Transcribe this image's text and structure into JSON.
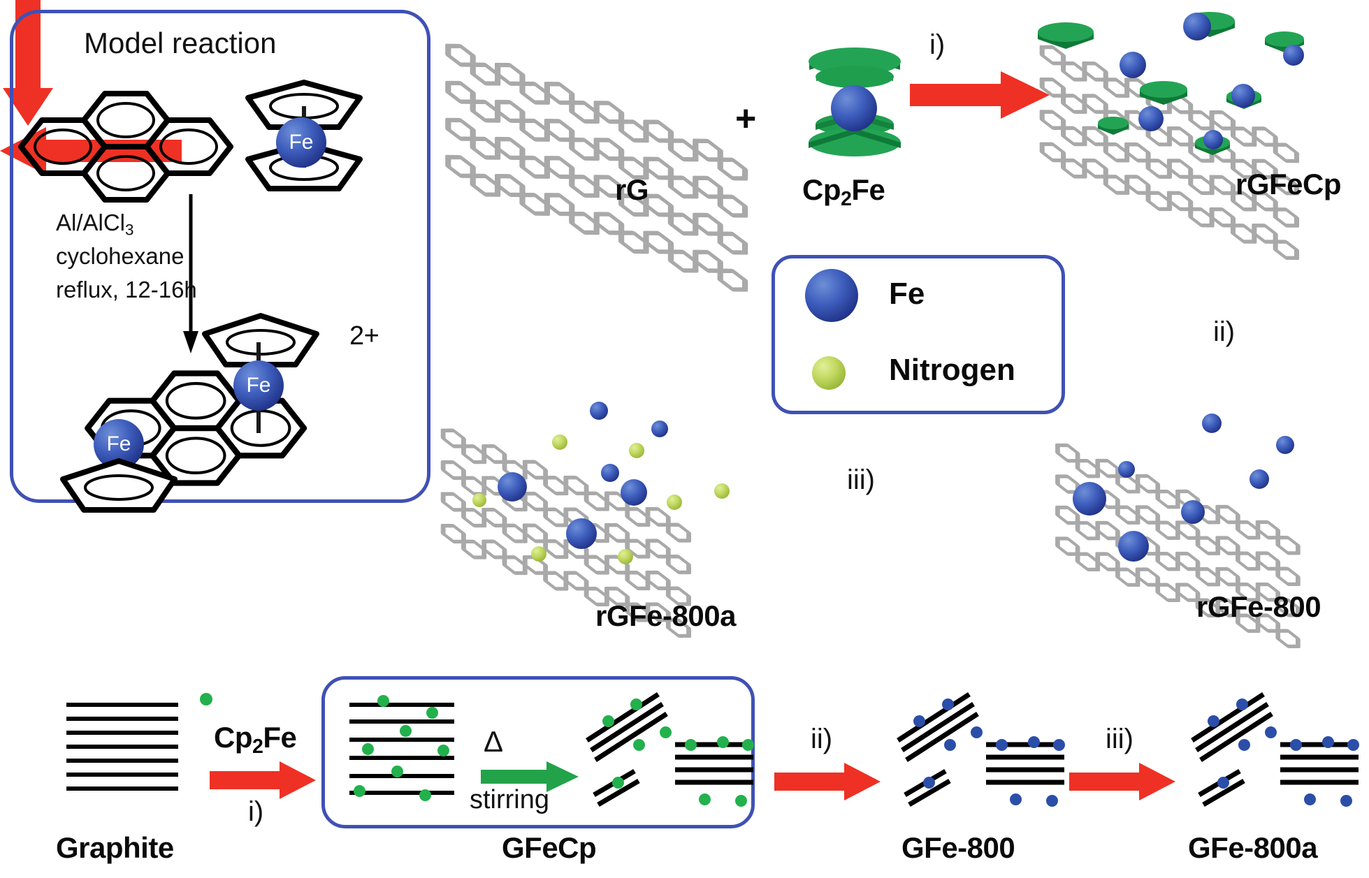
{
  "figure": {
    "type": "reaction-scheme",
    "description": "Synthetic scheme for preparation of rGFeCp, rGFe-800, rGFe-800a from reduced graphene and ferrocene, with a model reaction inset and a graphite-based parallel route."
  },
  "model_box": {
    "title": "Model reaction",
    "reagent_metal_label": "Fe",
    "conditions": [
      "Al/AlCl",
      "cyclohexane",
      "reflux, 12-16h"
    ],
    "conditions_sub": "3",
    "product_charge": "2+",
    "product_metal_label_top": "Fe",
    "product_metal_label_bottom": "Fe"
  },
  "top_row": {
    "reactant_label": "rG",
    "plus_symbol": "+",
    "reagent_label": "Cp",
    "reagent_label_sub": "2",
    "reagent_label_tail": "Fe",
    "step_label": "i)",
    "product_label": "rGFeCp"
  },
  "legend": {
    "items": [
      {
        "label": "Fe",
        "color": "#2b4ea8",
        "icon": "blue-sphere",
        "size": "large"
      },
      {
        "label": "Nitrogen",
        "color": "#a8c446",
        "icon": "green-sphere",
        "size": "small"
      }
    ]
  },
  "middle_row": {
    "vertical_step_label": "ii)",
    "right_product_label": "rGFe-800",
    "horizontal_step_label": "iii)",
    "left_product_label": "rGFe-800a"
  },
  "bottom_row": {
    "start_label": "Graphite",
    "step1_reagent": "Cp",
    "step1_reagent_sub": "2",
    "step1_reagent_tail": "Fe",
    "step1_label": "i)",
    "boxed_label": "GFeCp",
    "inner_heat_symbol": "Δ",
    "inner_condition": "stirring",
    "step2_label": "ii)",
    "step2_product": "GFe-800",
    "step3_label": "iii)",
    "step3_product": "GFe-800a"
  },
  "colors": {
    "box_border": "#3f51b5",
    "arrow_red": "#ee3124",
    "arrow_green": "#22a34a",
    "graphene_grey": "#a9a9a9",
    "cp_green": "#1f9e4e",
    "fe_blue": "#2b4ea8",
    "nitrogen_green": "#a8c446",
    "text": "#111111"
  }
}
